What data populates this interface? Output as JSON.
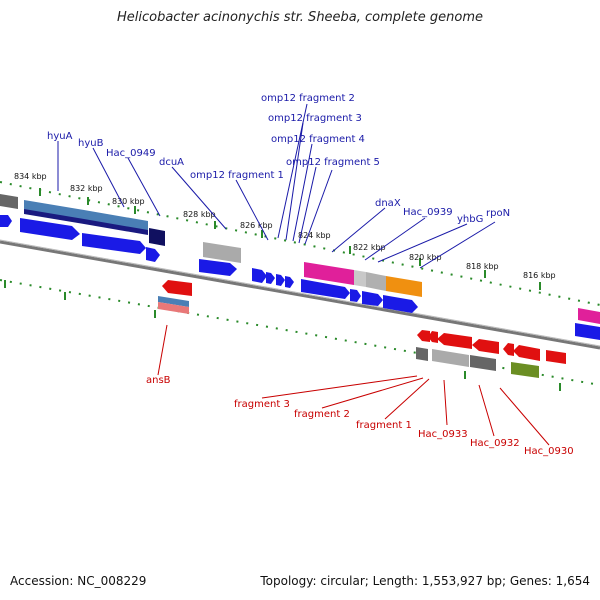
{
  "title": "Helicobacter acinonychis str. Sheeba, complete genome",
  "footer": {
    "accession": "Accession: NC_008229",
    "topology": "Topology: circular; Length: 1,553,927 bp; Genes: 1,654"
  },
  "kbp_ticks": [
    "834 kbp",
    "832 kbp",
    "830 kbp",
    "828 kbp",
    "826 kbp",
    "824 kbp",
    "822 kbp",
    "820 kbp",
    "818 kbp",
    "816 kbp"
  ],
  "forward_labels": [
    "hyuA",
    "hyuB",
    "Hac_0949",
    "dcuA",
    "omp12 fragment 1",
    "omp12 fragment 2",
    "omp12 fragment 3",
    "omp12 fragment 4",
    "omp12 fragment 5",
    "dnaX",
    "Hac_0939",
    "yhbG",
    "rpoN"
  ],
  "reverse_labels": [
    "ansB",
    "fragment 3",
    "fragment 2",
    "fragment 1",
    "Hac_0933",
    "Hac_0932",
    "Hac_0930"
  ],
  "colors": {
    "forward": "#1010e0",
    "reverse": "#e01010",
    "tick": "#2a8a2a",
    "backbone": "#808080"
  }
}
